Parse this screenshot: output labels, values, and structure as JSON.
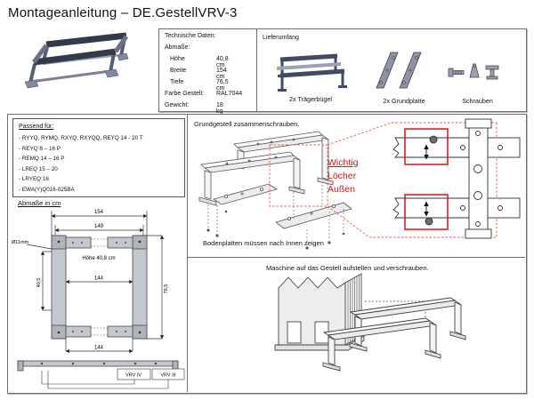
{
  "page": {
    "title": "Montageanleitung – DE.GestellVRV-3"
  },
  "tech": {
    "heading": "Technische Daten:",
    "section": "Abmaße:",
    "rows": [
      {
        "label": "Höhe",
        "value": "40,8 cm"
      },
      {
        "label": "Breite",
        "value": "154 cm"
      },
      {
        "label": "Tiefe",
        "value": "76,5 cm"
      }
    ],
    "farbe_label": "Farbe Gestell:",
    "farbe_value": "RAL7044",
    "gewicht_label": "Gewicht:",
    "gewicht_value": "18 kg"
  },
  "liefer": {
    "heading": "Lieferumfang",
    "captions": [
      "2x Trägerbügel",
      "2x Grundplatte",
      "Schrauben"
    ]
  },
  "passend": {
    "heading": "Passend für:",
    "items": [
      "- RYYQ, RYMQ, RXYQ, RXYQQ, REYQ 14 - 20 T",
      "- REYQ 8 – 16 P",
      "- REMQ 14 – 16 P",
      "- LREQ 15 – 20",
      "- LRYEQ 16",
      "- EWA(Y)Q016-025BA"
    ]
  },
  "dims": {
    "heading": "Abmaße in cm",
    "outer_width": "154",
    "hole_span": "149",
    "inner_width": "144",
    "inner_width_bottom": "144",
    "left_height": "40,5",
    "right_depth": "76,5",
    "hole_diameter": "Ø11mm",
    "height_note": "Höhe 40,8 cm",
    "rail_label_left": "VRV IV",
    "rail_label_right": "VRV III"
  },
  "steps": {
    "assemble": "Grundgestell zusammenschrauben.",
    "note": "Bodenplatten müssen nach Innen zeigen",
    "machine": "Maschine auf das Gestell aufstellen und verschrauben."
  },
  "warning": {
    "l1": "Wichtig",
    "l2": "Löcher",
    "l3": "Außen"
  },
  "colors": {
    "warning_red": "#e80c0c",
    "frame_dark": "#414b63",
    "steel_gray": "#c3c7ce"
  }
}
